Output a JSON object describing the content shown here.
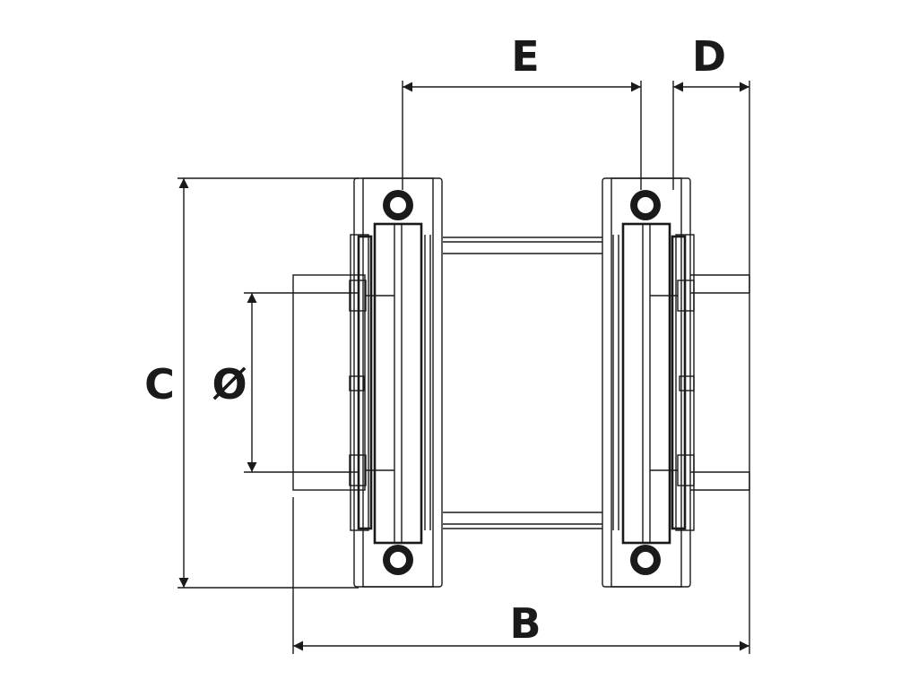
{
  "diagram": {
    "line_color": "#1a1a1a",
    "background": "#ffffff",
    "labels": {
      "e": "E",
      "d": "D",
      "c": "C",
      "diameter": "Ø",
      "b": "B"
    }
  }
}
